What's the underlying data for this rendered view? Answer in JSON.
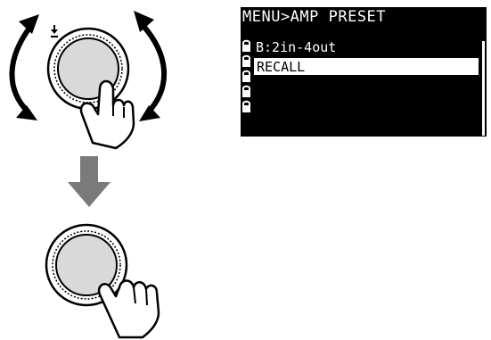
{
  "display": {
    "title": "MENU>AMP PRESET",
    "preset_value": "B:2in-4out",
    "selected_item": "RECALL"
  },
  "colors": {
    "lcd_background": "#000000",
    "lcd_text": "#ffffff",
    "dial_fill": "#d9d9d9",
    "arrow": "#7a7a7a"
  },
  "icons": [
    "rotate-left-arrow-icon",
    "rotate-right-arrow-icon",
    "encoder-dial-icon",
    "hand-pointer-icon",
    "down-arrow-icon",
    "lock-icon"
  ]
}
